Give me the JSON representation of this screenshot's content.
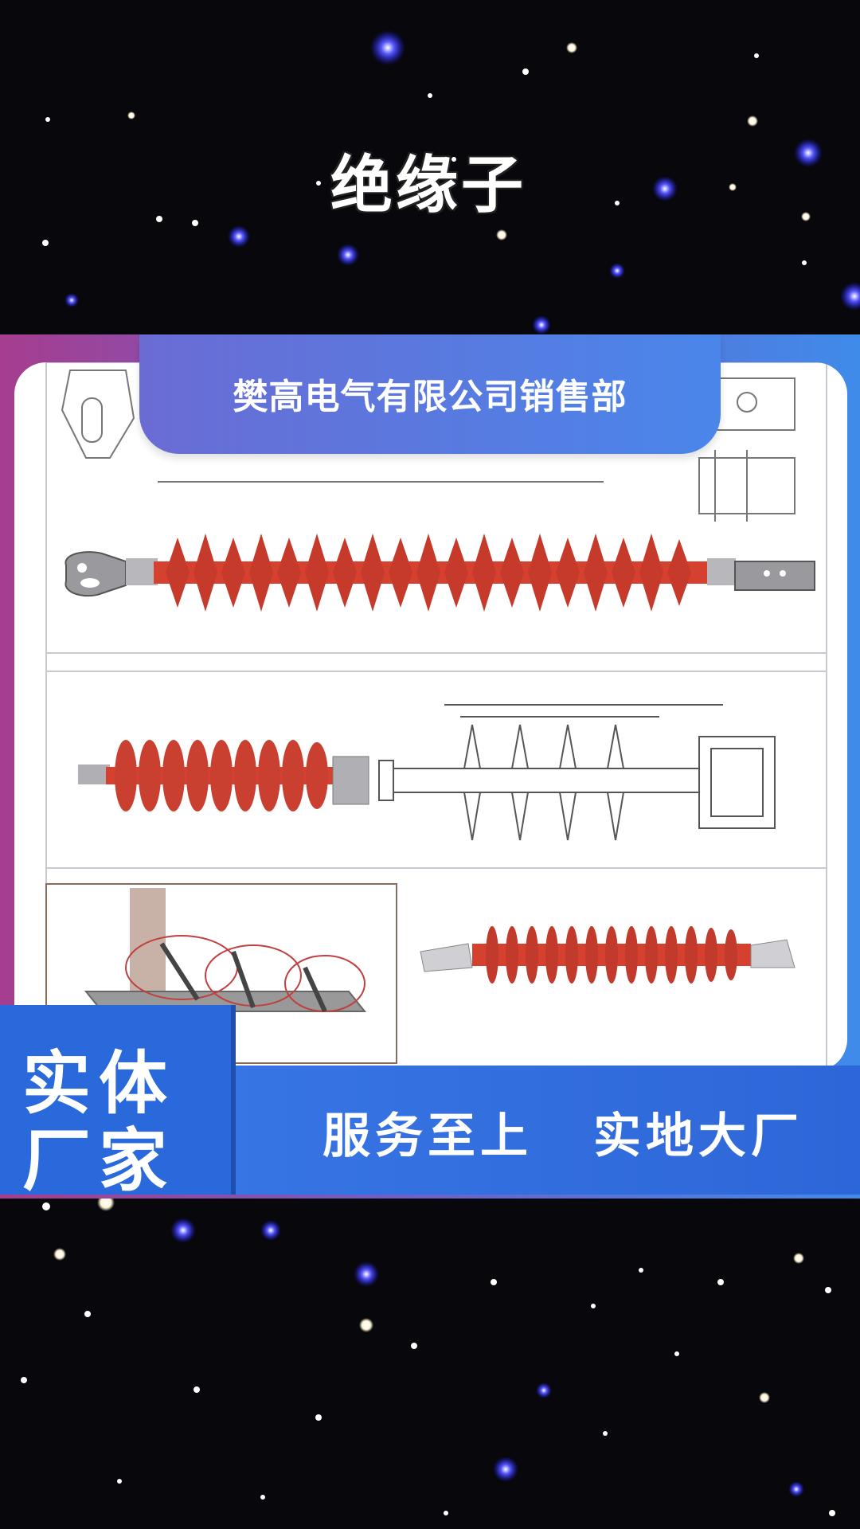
{
  "header": {
    "title": "绝缘子"
  },
  "banner": {
    "company": "樊高电气有限公司销售部"
  },
  "tag": {
    "line1": "实体",
    "line2": "厂家"
  },
  "slogans": [
    "服务至上",
    "实地大厂"
  ],
  "colors": {
    "insulator_red": "#d6402f",
    "badge_blue": "#4a86ea",
    "frame_purple": "#a63d8f"
  }
}
